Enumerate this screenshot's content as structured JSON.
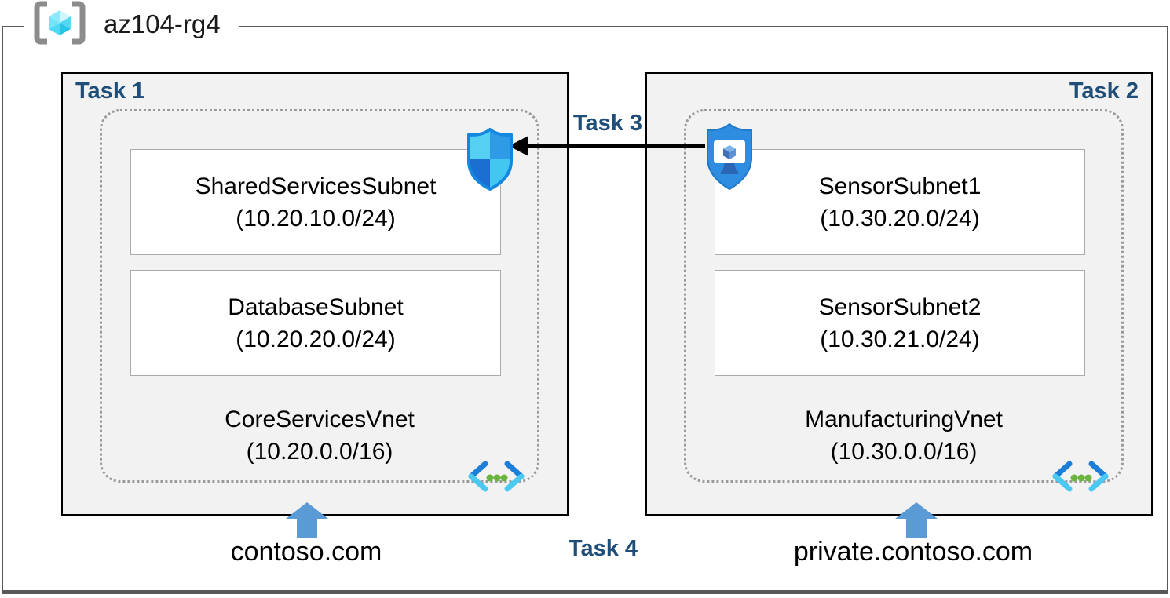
{
  "resource_group": {
    "name": "az104-rg4"
  },
  "labels": {
    "task1": "Task 1",
    "task2": "Task 2",
    "task3": "Task 3",
    "task4": "Task 4"
  },
  "left_vnet": {
    "subnets": [
      {
        "name": "SharedServicesSubnet",
        "cidr": "(10.20.10.0/24)"
      },
      {
        "name": "DatabaseSubnet",
        "cidr": "(10.20.20.0/24)"
      }
    ],
    "name": "CoreServicesVnet",
    "cidr": "(10.20.0.0/16)",
    "dns_label": "contoso.com"
  },
  "right_vnet": {
    "subnets": [
      {
        "name": "SensorSubnet1",
        "cidr": "(10.30.20.0/24)"
      },
      {
        "name": "SensorSubnet2",
        "cidr": "(10.30.21.0/24)"
      }
    ],
    "name": "ManufacturingVnet",
    "cidr": "(10.30.0.0/16)",
    "dns_label": "private.contoso.com"
  },
  "icons": {
    "resource_group": "resource-group-icon",
    "nsg": "network-security-group-icon",
    "bastion": "bastion-icon",
    "vnet": "virtual-network-icon",
    "dns_arrow": "up-arrow-icon"
  },
  "colors": {
    "task_label": "#1F4E79",
    "box_fill": "#F2F2F2",
    "box_border": "#000000",
    "frame_border": "#595959",
    "dotted_border": "#9A9A9A",
    "dns_arrow": "#5B9BD5",
    "flow_arrow": "#000000"
  }
}
